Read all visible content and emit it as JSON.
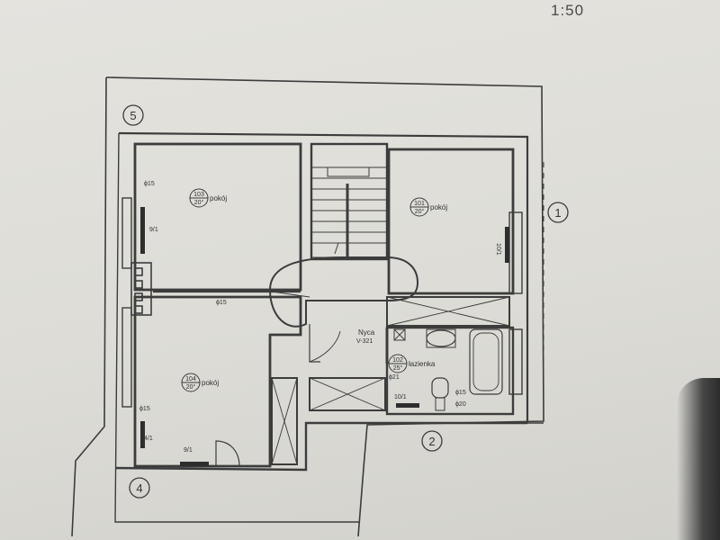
{
  "sheet": {
    "scale": "1:50"
  },
  "axes": [
    "5",
    "1",
    "2",
    "4"
  ],
  "rooms": [
    {
      "number": "103",
      "temp": "20°",
      "name": "pokój"
    },
    {
      "number": "101",
      "temp": "20°",
      "name": "pokój"
    },
    {
      "number": "104",
      "temp": "20°",
      "name": "pokój"
    },
    {
      "number": "102",
      "temp": "25°",
      "name": "łazienka"
    }
  ],
  "annotations": {
    "niche": "Nyca",
    "niche_dim": "V-321",
    "wall_phi15_a": "ϕ15",
    "wall_phi15_b": "ϕ15",
    "wall_phi15_c": "ϕ15",
    "wall_phi15_d": "ϕ15",
    "wall_phi20": "ϕ20",
    "wall_phi21": "ϕ21",
    "rad_9_1_a": "9/1",
    "rad_9_1_b": "9/1",
    "rad_4_1": "4/1",
    "rad_10_1_a": "10/1",
    "rad_10_1_b": "10/1"
  }
}
